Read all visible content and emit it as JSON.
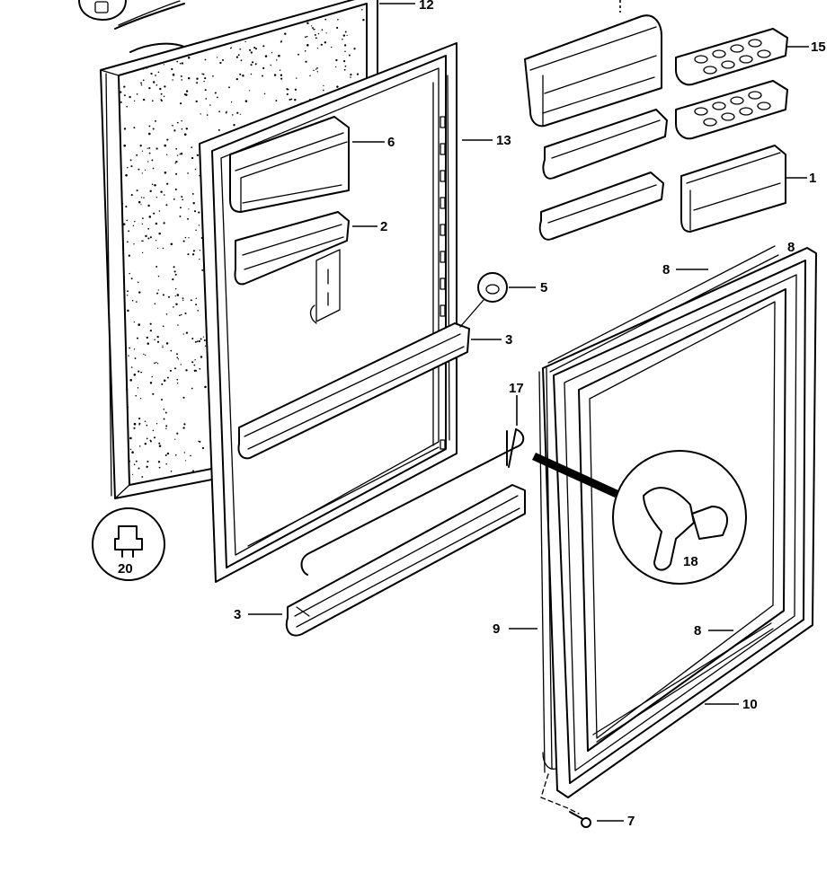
{
  "diagram": {
    "callouts": {
      "c1": "1",
      "c2": "2",
      "c3a": "3",
      "c3b": "3",
      "c5": "5",
      "c6": "6",
      "c7": "7",
      "c8a": "8",
      "c8b": "8",
      "c8c": "8",
      "c9": "9",
      "c10": "10",
      "c12": "12",
      "c13": "13",
      "c15": "15",
      "c17": "17",
      "c18": "18",
      "c20": "20"
    }
  }
}
